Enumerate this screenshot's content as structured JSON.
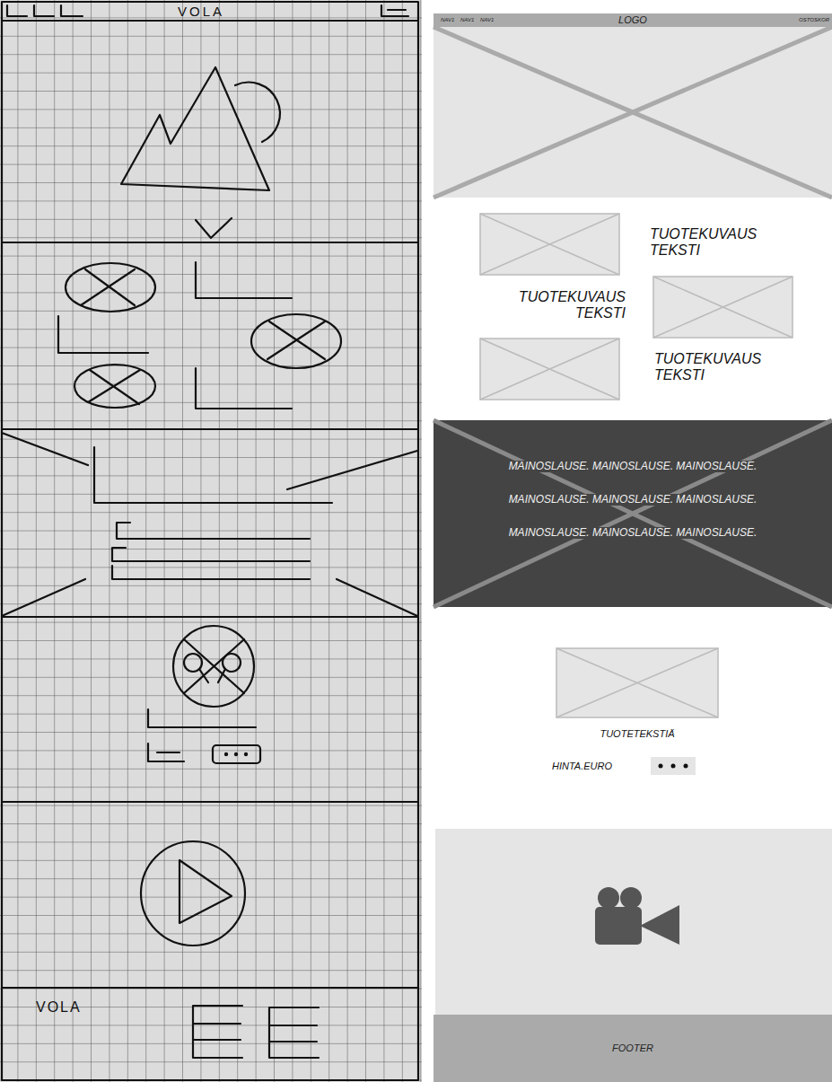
{
  "diagram": {
    "nodes": [
      {
        "text": [
          "NAV1",
          "NAV1",
          "NAV1",
          "LOGO",
          "OSTOSKOR"
        ]
      },
      {
        "text": [
          "MAINOSLAUSE. MAINOSLAUSE. MAINOSLAUSE.",
          "MAINOSLAUSE. MAINOSLAUSE. MAINOSLAUSE.",
          "MAINOSLAUSE. MAINOSLAUSE. MAINOSLAUSE."
        ]
      },
      {
        "text": [
          "FOOTER"
        ]
      }
    ],
    "labels": [
      "VOLA",
      "VOLA",
      "TUOTEKUVAUS TEKSTI",
      "TUOTEKUVAUS TEKSTI",
      "TUOTEKUVAUS TEKSTI",
      "TUOTETEKSTIÄ",
      "HINTA.EURO"
    ]
  }
}
